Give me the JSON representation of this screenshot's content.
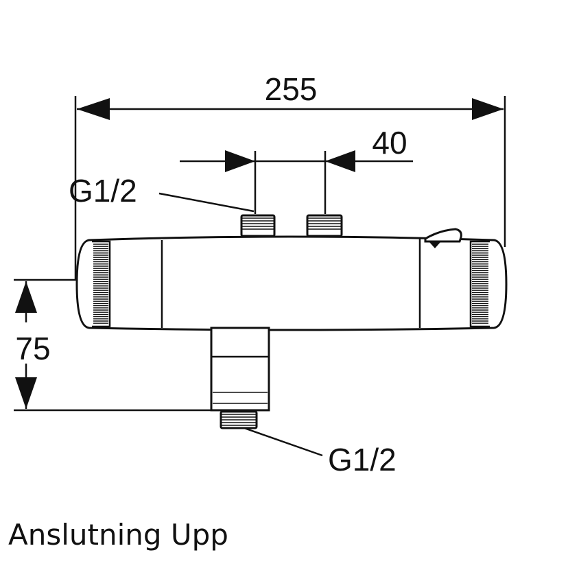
{
  "dimensions": {
    "overall_width": "255",
    "inlet_spacing": "40",
    "outlet_height": "75"
  },
  "labels": {
    "top_inlet_thread": "G1/2",
    "bottom_outlet_thread": "G1/2"
  },
  "caption": "Anslutning Upp",
  "colors": {
    "ink": "#111111",
    "background": "#ffffff"
  }
}
